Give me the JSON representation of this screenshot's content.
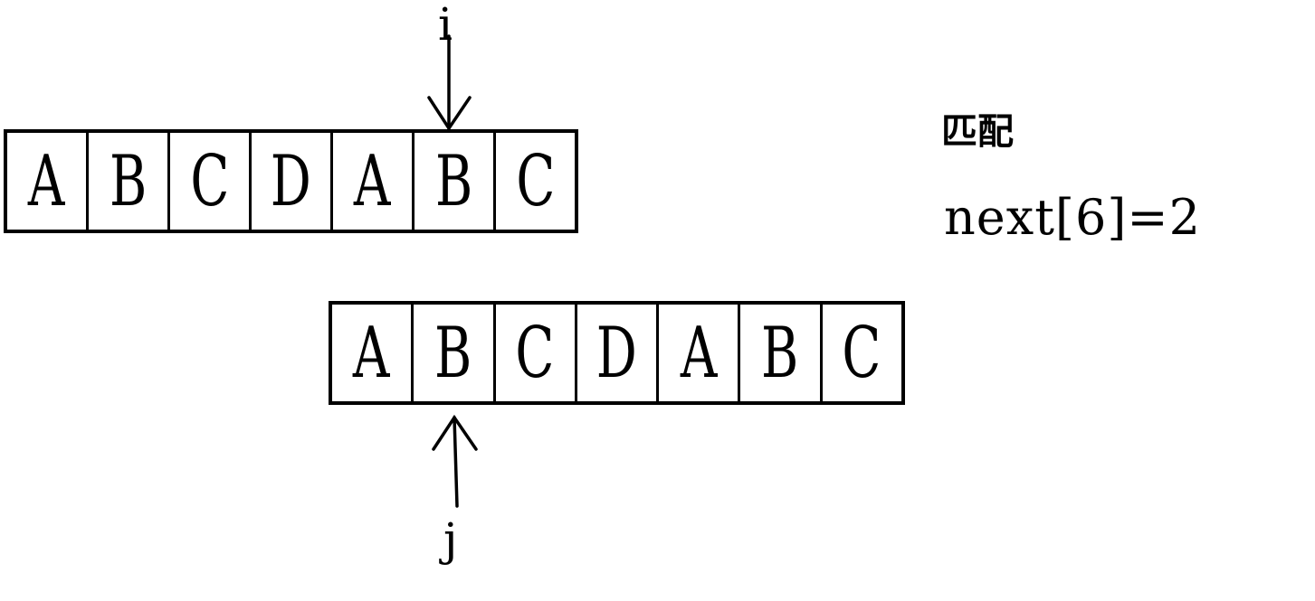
{
  "text_string": {
    "cells": [
      "A",
      "B",
      "C",
      "D",
      "A",
      "B",
      "C"
    ]
  },
  "pattern_string": {
    "cells": [
      "A",
      "B",
      "C",
      "D",
      "A",
      "B",
      "C"
    ]
  },
  "pointers": {
    "i": {
      "label": "i",
      "index": 5
    },
    "j": {
      "label": "j",
      "index": 1
    }
  },
  "status": {
    "title": "匹配",
    "formula": "next[6]=2"
  }
}
